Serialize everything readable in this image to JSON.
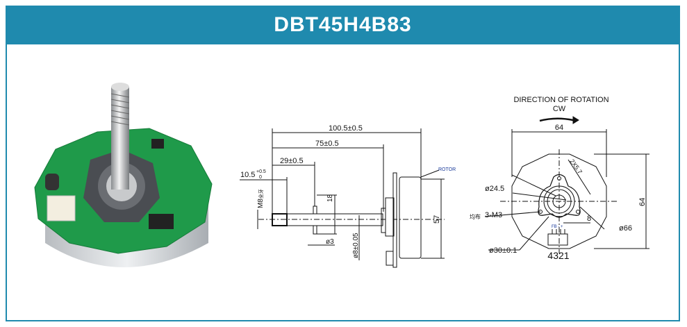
{
  "header": {
    "title": "DBT45H4B83"
  },
  "side_view": {
    "dim_overall": "100.5±0.5",
    "dim_75": "75±0.5",
    "dim_29": "29±0.5",
    "dim_10_5": "10.5",
    "dim_10_5_tol_upper": "+0.5",
    "dim_10_5_tol_lower": "0",
    "thread": "M8",
    "thread_suffix": "全牙",
    "dim_18": "18",
    "dim_pin": "ø3",
    "dim_shaft": "ø8±0.05",
    "dim_57": "57",
    "rotor_label": "ROTOR"
  },
  "front_view": {
    "rotation_label": "DIRECTION OF ROTATION",
    "rotation_dir": "CW",
    "dim_width": "64",
    "dim_height": "64",
    "dim_2x57": "2X5.7",
    "dim_hub": "ø24.5",
    "holes_prefix": "均布",
    "holes": "3-M3",
    "dim_8": "8",
    "dim_66": "ø66",
    "dim_30": "ø30±0.1",
    "connector_pins": "4321",
    "connector_label": "FB - +"
  },
  "colors": {
    "header": "#1f8aae",
    "pcb": "#1f9a4a",
    "rotor_label": "#1a3a9a"
  }
}
